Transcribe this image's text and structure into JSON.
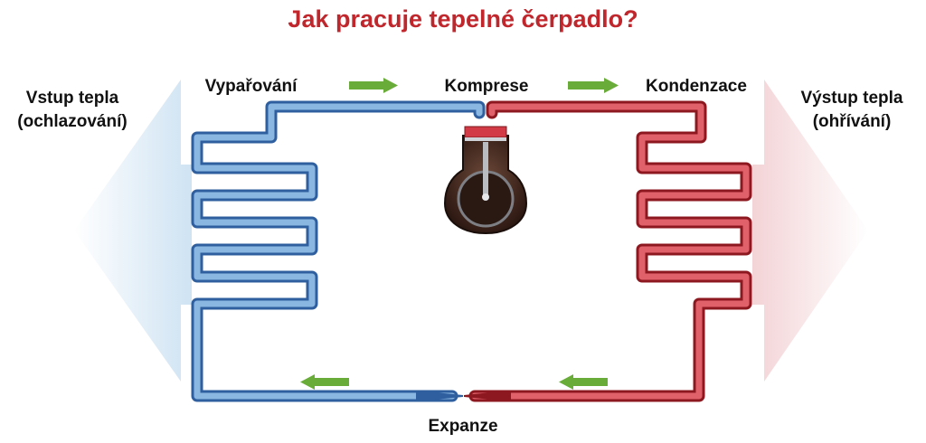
{
  "title": "Jak pracuje tepelné čerpadlo?",
  "stages": {
    "evaporation": "Vypařování",
    "compression": "Komprese",
    "condensation": "Kondenzace",
    "expansion": "Expanze"
  },
  "heat_in": {
    "line1": "Vstup tepla",
    "line2": "(ochlazování)"
  },
  "heat_out": {
    "line1": "Výstup tepla",
    "line2": "(ohřívání)"
  },
  "colors": {
    "title": "#c0272d",
    "cold_pipe": "#4f86c6",
    "hot_pipe": "#c62b34",
    "arrow": "#6aac3a",
    "cold_gradient": "#cfe3f3",
    "hot_gradient": "#f3d3d6"
  }
}
